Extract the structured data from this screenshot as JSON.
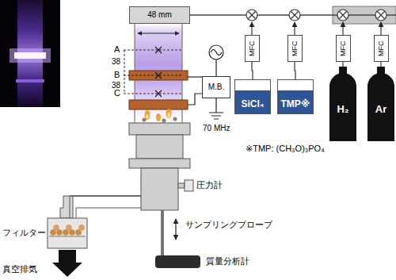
{
  "diagram": {
    "nodes": [
      {
        "text": [
          "48 mm"
        ]
      },
      {
        "text": [
          "MFC"
        ]
      },
      {
        "text": [
          "MFC"
        ]
      },
      {
        "text": [
          "MFC"
        ]
      },
      {
        "text": [
          "MFC"
        ]
      },
      {
        "text": [
          "M.B."
        ]
      },
      {
        "text": [
          "SiCl₄"
        ]
      },
      {
        "text": [
          "TMP※"
        ]
      },
      {
        "text": [
          "H₂"
        ]
      },
      {
        "text": [
          "Ar"
        ]
      }
    ],
    "edges": [
      {
        "from": 6,
        "to": 1,
        "arrow": "none"
      },
      {
        "from": 7,
        "to": 2,
        "arrow": "none"
      },
      {
        "from": 8,
        "to": 3,
        "arrow": "none"
      },
      {
        "from": 9,
        "to": 4,
        "arrow": "none"
      }
    ],
    "labels": [
      "A",
      "38",
      "B",
      "38",
      "C",
      "70 MHz",
      "※TMP: (CH₃O)₃PO₄",
      "圧力計",
      "サンプリングプローブ",
      "フィルター",
      "質量分析計",
      "真空排気"
    ]
  }
}
